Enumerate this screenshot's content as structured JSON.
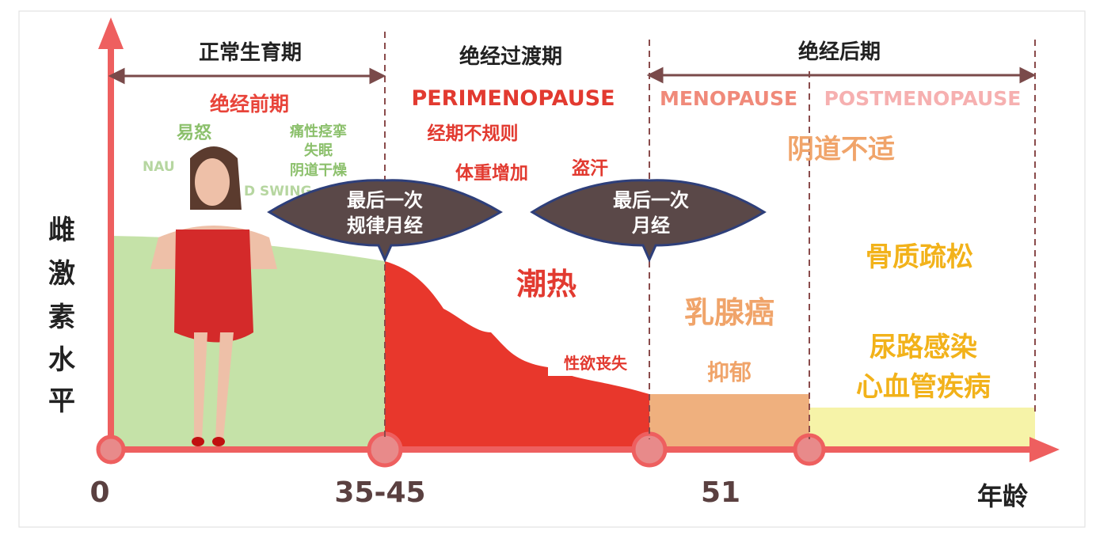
{
  "phases": {
    "normal": "正常生育期",
    "transition": "绝经过渡期",
    "post": "绝经后期"
  },
  "stages": {
    "premenopause": "绝经前期",
    "perimenopause": "PERIMENOPAUSE",
    "menopause": "MENOPAUSE",
    "postmenopause": "POSTMENOPAUSE"
  },
  "symptoms": {
    "irritability": "易怒",
    "cramps": "痛性痉挛",
    "insomnia": "失眠",
    "dryness": "阴道干燥",
    "nau_fragment": "NAU",
    "swing_fragment": "D SWING",
    "irregular": "经期不规则",
    "weight": "体重增加",
    "sweat": "盗汗",
    "hotflash": "潮热",
    "libido": "性欲丧失",
    "discomfort": "阴道不适",
    "breast": "乳腺癌",
    "depression": "抑郁",
    "osteo": "骨质疏松",
    "uti": "尿路感染",
    "cardio": "心血管疾病"
  },
  "bubbles": {
    "last_regular_1": "最后一次",
    "last_regular_2": "规律月经",
    "last_1": "最后一次",
    "last_2": "月经"
  },
  "axis": {
    "ylabel": [
      "雌",
      "激",
      "素",
      "水",
      "平"
    ],
    "xlabel": "年龄",
    "ticks": [
      "0",
      "35-45",
      "51"
    ]
  },
  "colors": {
    "green": "#c5e2a8",
    "red": "#e8372c",
    "orange": "#efb07e",
    "yellow": "#f6f3a8",
    "axis": "#ee5f5f",
    "bubble": "#5a4848"
  }
}
